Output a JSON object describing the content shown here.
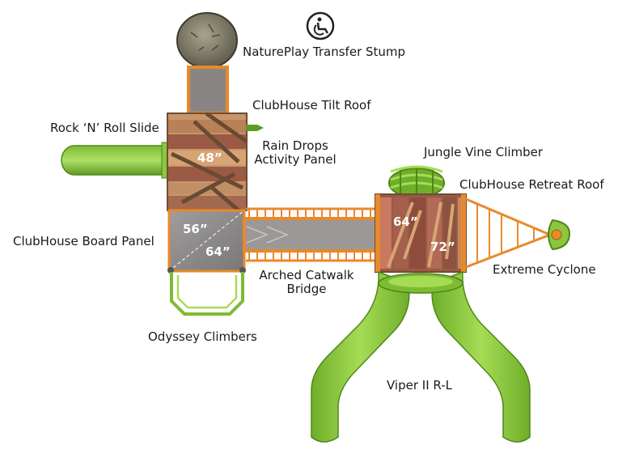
{
  "labels": {
    "transfer_stump": "NaturePlay Transfer Stump",
    "tilt_roof": "ClubHouse Tilt Roof",
    "rock_slide": "Rock ‘N’ Roll Slide",
    "rain_drops_line1": "Rain Drops",
    "rain_drops_line2": "Activity Panel",
    "jungle_vine": "Jungle Vine Climber",
    "retreat_roof": "ClubHouse Retreat Roof",
    "board_panel": "ClubHouse Board Panel",
    "extreme_cyclone": "Extreme Cyclone",
    "catwalk_line1": "Arched Catwalk",
    "catwalk_line2": "Bridge",
    "odyssey": "Odyssey Climbers",
    "viper": "Viper II R-L"
  },
  "dimensions": {
    "upper_deck": "48”",
    "lower_deck_a": "56”",
    "lower_deck_b": "64”",
    "right_deck_a": "64”",
    "right_deck_b": "72”"
  },
  "icons": {
    "accessibility": "accessible-wheelchair-icon"
  },
  "colors": {
    "slide_green": "#8cc63f",
    "slide_dark_green": "#5f9a23",
    "orange_frame": "#e8892b",
    "deck_brown": "#9b5a45",
    "wood_tan": "#d7a574",
    "deck_gray": "#8a8787",
    "stump_gray": "#7d7a66"
  }
}
